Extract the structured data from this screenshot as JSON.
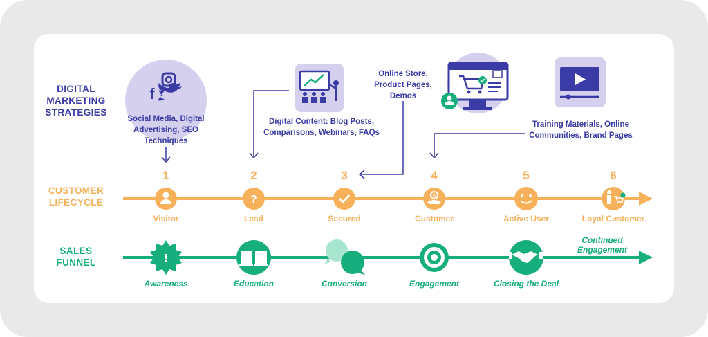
{
  "rows": {
    "strategies": "DIGITAL MARKETING STRATEGIES",
    "lifecycle": "CUSTOMER LIFECYCLE",
    "funnel": "SALES FUNNEL"
  },
  "strategies": {
    "social": "Social Media, Digital Advertising, SEO Techniques",
    "content": "Digital Content: Blog Posts, Comparisons, Webinars, FAQs",
    "store": "Online Store, Product Pages, Demos",
    "training": "Training Materials, Online Communities, Brand Pages"
  },
  "lifecycle": [
    {
      "num": "1",
      "label": "Visitor"
    },
    {
      "num": "2",
      "label": "Lead"
    },
    {
      "num": "3",
      "label": "Secured"
    },
    {
      "num": "4",
      "label": "Customer"
    },
    {
      "num": "5",
      "label": "Active User"
    },
    {
      "num": "6",
      "label": "Loyal Customer"
    }
  ],
  "funnel": {
    "stages": [
      "Awareness",
      "Education",
      "Conversion",
      "Engagement",
      "Closing the Deal"
    ],
    "continued": "Continued Engagement"
  },
  "colors": {
    "purple": "#3b3ba5",
    "lavender": "#d5d0ee",
    "orange": "#f6b15a",
    "green": "#16ae7d",
    "background": "#e9e9e9"
  }
}
